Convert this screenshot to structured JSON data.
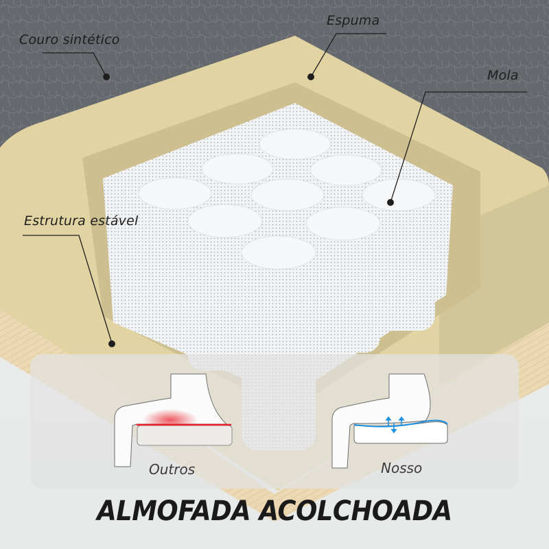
{
  "callouts": {
    "leather": {
      "label": "Couro sintético"
    },
    "foam": {
      "label": "Espuma"
    },
    "spring": {
      "label": "Mola"
    },
    "frame": {
      "label": "Estrutura estável"
    }
  },
  "comparison": {
    "others": {
      "caption": "Outros",
      "indicator": "pressure-heat-red"
    },
    "ours": {
      "caption": "Nosso",
      "indicator": "even-support-blue"
    }
  },
  "headline": "ALMOFADA ACOLCHOADA",
  "colors": {
    "leather": "#65686d",
    "foam_top": "#e4d6a4",
    "foam_side": "#cfc193",
    "wood": "#ead6b0",
    "spring_white": "#eef0f2",
    "background": "#e9eceb",
    "pressure_red": "#e8212b",
    "support_blue": "#1c8fe0",
    "text": "#1e1e1e"
  }
}
